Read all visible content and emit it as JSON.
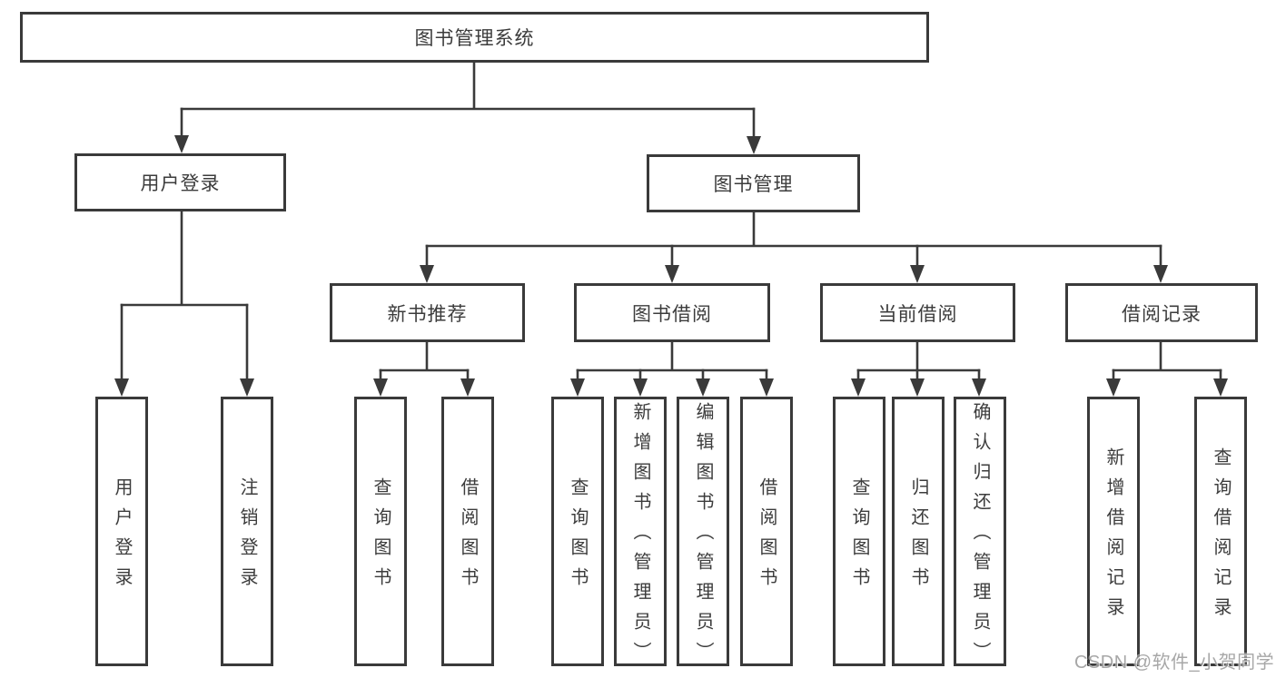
{
  "diagram": {
    "root": {
      "label": "图书管理系统"
    },
    "children": [
      {
        "label": "用户登录",
        "children": [
          {
            "label": "用户登录"
          },
          {
            "label": "注销登录"
          }
        ]
      },
      {
        "label": "图书管理",
        "children": [
          {
            "label": "新书推荐",
            "children": [
              {
                "label": "查询图书"
              },
              {
                "label": "借阅图书"
              }
            ]
          },
          {
            "label": "图书借阅",
            "children": [
              {
                "label": "查询图书"
              },
              {
                "label": "新增图书（管理员）"
              },
              {
                "label": "编辑图书（管理员）"
              },
              {
                "label": "借阅图书"
              }
            ]
          },
          {
            "label": "当前借阅",
            "children": [
              {
                "label": "查询图书"
              },
              {
                "label": "归还图书"
              },
              {
                "label": "确认归还（管理员）"
              }
            ]
          },
          {
            "label": "借阅记录",
            "children": [
              {
                "label": "新增借阅记录"
              },
              {
                "label": "查询借阅记录"
              }
            ]
          }
        ]
      }
    ]
  },
  "watermark": {
    "text": "CSDN @软件_小贺同学"
  },
  "colors": {
    "line": "#3a3a3a",
    "box_border": "#3a3a3a",
    "box_fill": "#ffffff",
    "text": "#3c3c3c",
    "watermark": "#949494"
  }
}
